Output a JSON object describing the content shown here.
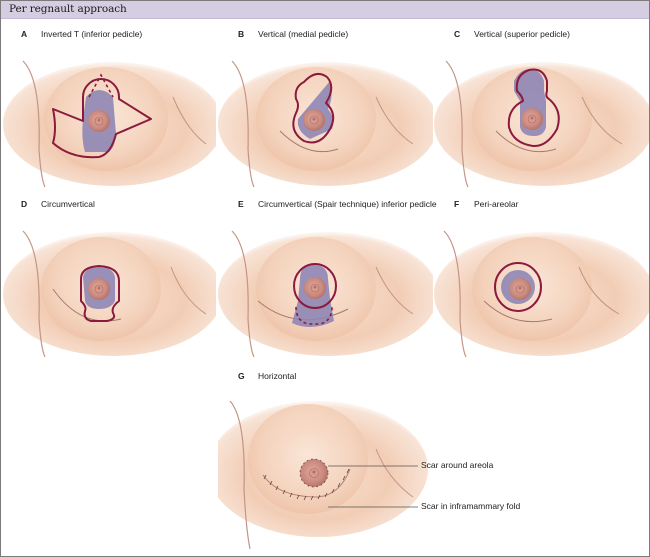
{
  "header": {
    "title": "Per regnault approach"
  },
  "panels": [
    {
      "letter": "A",
      "title": "Inverted T (inferior pedicle)"
    },
    {
      "letter": "B",
      "title": "Vertical (medial pedicle)"
    },
    {
      "letter": "C",
      "title": "Vertical (superior pedicle)"
    },
    {
      "letter": "D",
      "title": "Circumvertical"
    },
    {
      "letter": "E",
      "title": "Circumvertical (Spair technique) inferior pedicle"
    },
    {
      "letter": "F",
      "title": "Peri-areolar"
    },
    {
      "letter": "G",
      "title": "Horizontal"
    }
  ],
  "callouts": {
    "areola_scar": "Scar around areola",
    "fold_scar": "Scar in inframammary fold"
  },
  "colors": {
    "header_bg": "#d5cee3",
    "skin": "#f3d2bc",
    "incision": "#8c1a3c",
    "pedicle": "#8e86b5",
    "areola": "#c98a80"
  }
}
